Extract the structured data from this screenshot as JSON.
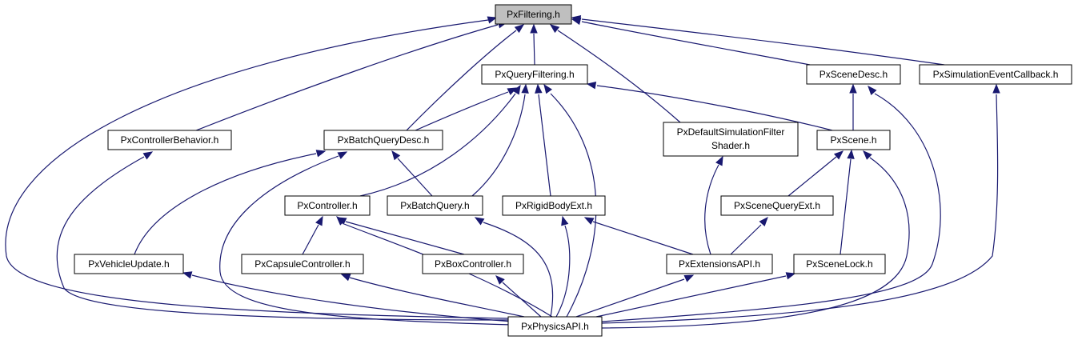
{
  "diagram": {
    "type": "include-dependency-graph",
    "edge_color": "#191970",
    "node_fill": "#ffffff",
    "highlight_fill": "#bfbfbf",
    "nodes": {
      "filtering": [
        "PxFiltering.h"
      ],
      "queryfiltering": [
        "PxQueryFiltering.h"
      ],
      "scenedesc": [
        "PxSceneDesc.h"
      ],
      "simevent": [
        "PxSimulationEventCallback.h"
      ],
      "ctrlbehavior": [
        "PxControllerBehavior.h"
      ],
      "batchquerydesc": [
        "PxBatchQueryDesc.h"
      ],
      "defaultsim": [
        "PxDefaultSimulationFilter",
        "Shader.h"
      ],
      "scene": [
        "PxScene.h"
      ],
      "controller": [
        "PxController.h"
      ],
      "batchquery": [
        "PxBatchQuery.h"
      ],
      "rigidbodyext": [
        "PxRigidBodyExt.h"
      ],
      "scenequeryext": [
        "PxSceneQueryExt.h"
      ],
      "vehicleupdate": [
        "PxVehicleUpdate.h"
      ],
      "capsule": [
        "PxCapsuleController.h"
      ],
      "box": [
        "PxBoxController.h"
      ],
      "extapi": [
        "PxExtensionsAPI.h"
      ],
      "scenelock": [
        "PxSceneLock.h"
      ],
      "physicsapi": [
        "PxPhysicsAPI.h"
      ]
    }
  }
}
